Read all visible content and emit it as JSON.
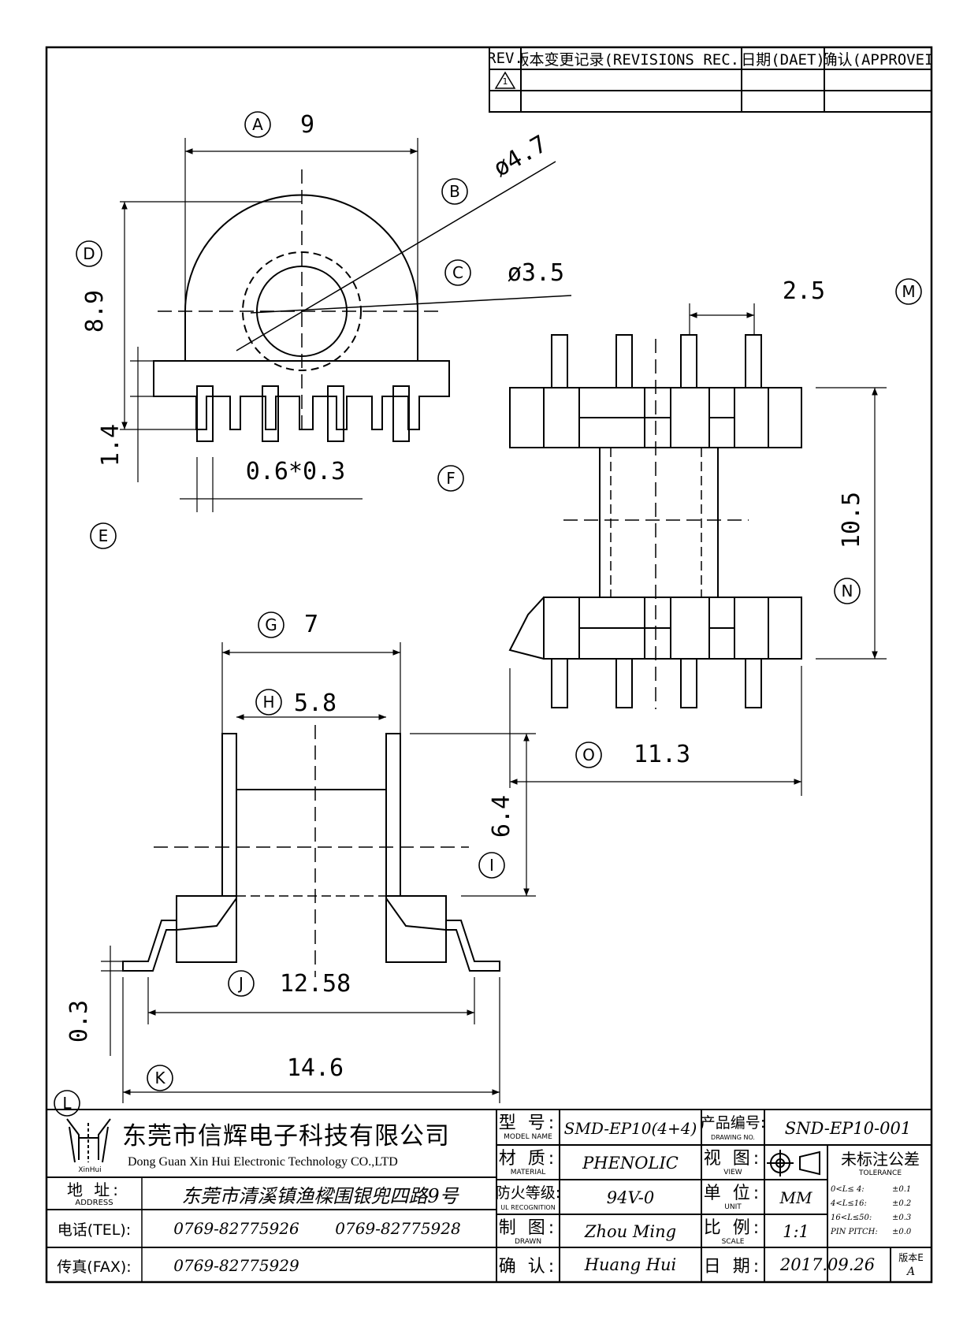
{
  "revision_table": {
    "rev_header": "REV.",
    "records_header": "版本变更记录(REVISIONS REC.)",
    "date_header": "日期(DAET)",
    "approve_header": "确认(APPROVEI",
    "rev_mark": "1"
  },
  "dimensions": {
    "A": {
      "letter": "A",
      "value": "9"
    },
    "B": {
      "letter": "B",
      "value": "ø4.7"
    },
    "C": {
      "letter": "C",
      "value": "ø3.5"
    },
    "D": {
      "letter": "D",
      "value": "8.9"
    },
    "E": {
      "letter": "E",
      "value": "1.4"
    },
    "F": {
      "letter": "F",
      "value": "0.6*0.3"
    },
    "M": {
      "letter": "M",
      "value": "2.5"
    },
    "N": {
      "letter": "N",
      "value": "10.5"
    },
    "G": {
      "letter": "G",
      "value": "7"
    },
    "H": {
      "letter": "H",
      "value": "5.8"
    },
    "O": {
      "letter": "O",
      "value": "11.3"
    },
    "I": {
      "letter": "I",
      "value": "6.4"
    },
    "J": {
      "letter": "J",
      "value": "12.58"
    },
    "K": {
      "letter": "K",
      "value": "14.6"
    },
    "L": {
      "letter": "L",
      "value": "0.3"
    }
  },
  "title_block": {
    "company_cn": "东莞市信辉电子科技有限公司",
    "company_en": "Dong Guan Xin Hui Electronic Technology CO.,LTD",
    "logo_text": "XinHui",
    "address_label": "地 址:",
    "address_label_en": "ADDRESS",
    "address": "东莞市清溪镇渔樑围银兜四路9号",
    "tel_label": "电话(TEL):",
    "tel1": "0769-82775926",
    "tel2": "0769-82775928",
    "fax_label": "传真(FAX):",
    "fax": "0769-82775929",
    "model_label": "型 号:",
    "model_label_en": "MODEL NAME",
    "model": "SMD-EP10(4+4)",
    "material_label": "材 质:",
    "material_label_en": "MATERIAL",
    "material": "PHENOLIC",
    "flame_label": "防火等级:",
    "flame_label_en": "UL RECOGNITION",
    "flame": "94V-0",
    "drawn_label": "制 图:",
    "drawn_label_en": "DRAWN",
    "drawn": "Zhou Ming",
    "check_label": "确 认:",
    "check": "Huang Hui",
    "part_no_label": "产品编号:",
    "part_no_label_en": "DRAWING NO.",
    "part_no": "SND-EP10-001",
    "view_label": "视 图:",
    "view_label_en": "VIEW",
    "unit_label": "单 位:",
    "unit_label_en": "UNIT",
    "unit": "MM",
    "scale_label": "比 例:",
    "scale_label_en": "SCALE",
    "scale": "1:1",
    "date_label": "日 期:",
    "date": "2017.09.26",
    "version_label": "版本E",
    "version": "A",
    "tolerance_title": "未标注公差",
    "tolerance_en": "TOLERANCE",
    "tol_rows": [
      {
        "range": "0<L≤ 4:",
        "value": "±0.1"
      },
      {
        "range": "4<L≤16:",
        "value": "±0.2"
      },
      {
        "range": "16<L≤50:",
        "value": "±0.3"
      },
      {
        "range": "PIN PITCH:",
        "value": "±0.0"
      }
    ]
  }
}
